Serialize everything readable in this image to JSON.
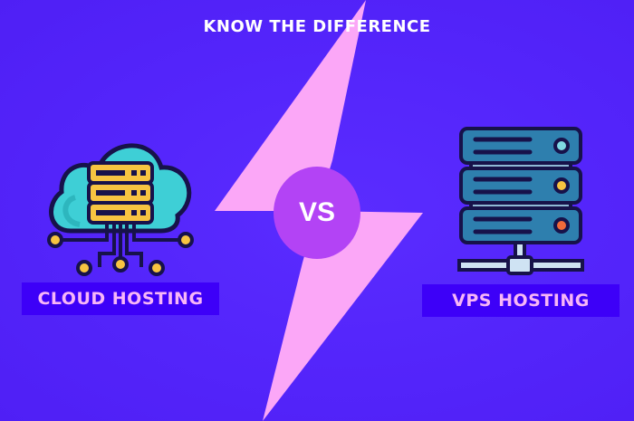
{
  "title": "KNOW THE DIFFERENCE",
  "vs_label": "VS",
  "left": {
    "label": "CLOUD HOSTING",
    "icon": "cloud-server-icon"
  },
  "right": {
    "label": "VPS HOSTING",
    "icon": "server-rack-icon"
  },
  "colors": {
    "background": "#5425fb",
    "bolt": "#fba7f7",
    "vs_circle": "#b343f5",
    "label_bg": "#3d00f8",
    "label_text": "#f8b6f7",
    "cloud": "#3ecfd6",
    "server_yellow": "#f7c441",
    "rack_blue": "#2e7fae"
  }
}
